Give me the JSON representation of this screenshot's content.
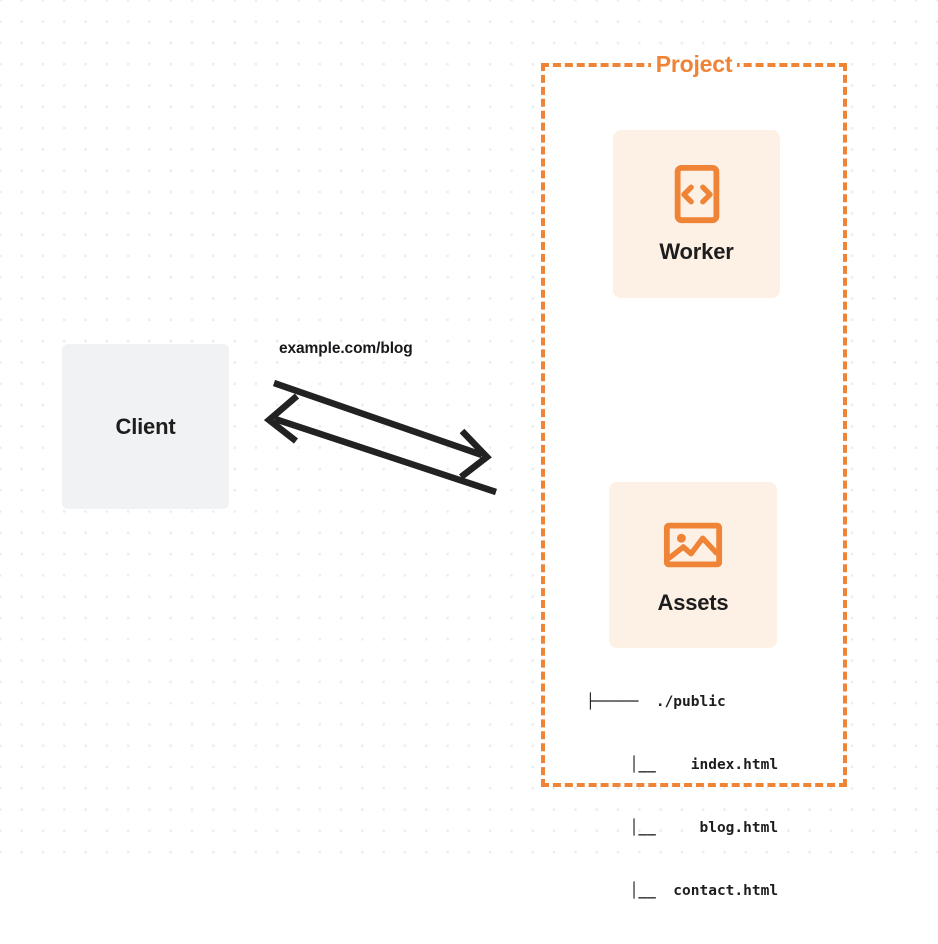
{
  "diagram": {
    "background": {
      "color": "#ffffff",
      "dot_color": "#eceded",
      "pattern": "dot-grid"
    },
    "colors": {
      "accent": "#ef8336",
      "card_fill": "#fdf1e5",
      "client_fill": "#f1f2f4",
      "text": "#1d1d1d",
      "arrow": "#222222"
    },
    "client": {
      "label": "Client"
    },
    "edge": {
      "label": "example.com/blog",
      "direction": "bidirectional"
    },
    "project": {
      "title": "Project",
      "border_style": "dashed",
      "nodes": [
        {
          "id": "worker",
          "label": "Worker",
          "icon": "code-brackets-icon"
        },
        {
          "id": "assets",
          "label": "Assets",
          "icon": "image-icon"
        }
      ],
      "file_tree": {
        "rows": [
          "├─────  ./public",
          "     │__    index.html",
          "     │__     blog.html",
          "     │__  contact.html"
        ]
      }
    }
  }
}
